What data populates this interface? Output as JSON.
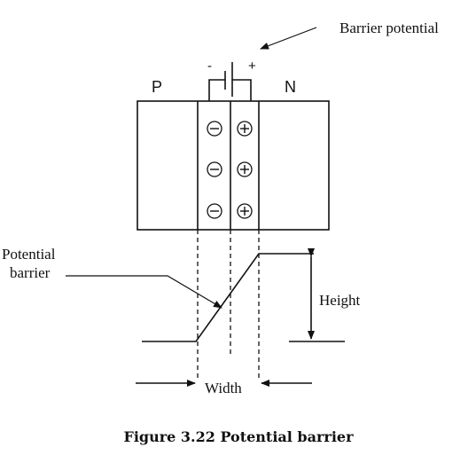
{
  "labels": {
    "barrier_potential": "Barrier potential",
    "p_region": "P",
    "n_region": "N",
    "battery_minus": "-",
    "battery_plus": "+",
    "potential_barrier": [
      "Potential",
      "barrier"
    ],
    "height": "Height",
    "width": "Width"
  },
  "caption": "Figure 3.22 Potential barrier",
  "depletion_charges": {
    "negative_ions": 3,
    "positive_ions": 3
  },
  "colors": {
    "ink": "#111111",
    "background": "#ffffff"
  }
}
